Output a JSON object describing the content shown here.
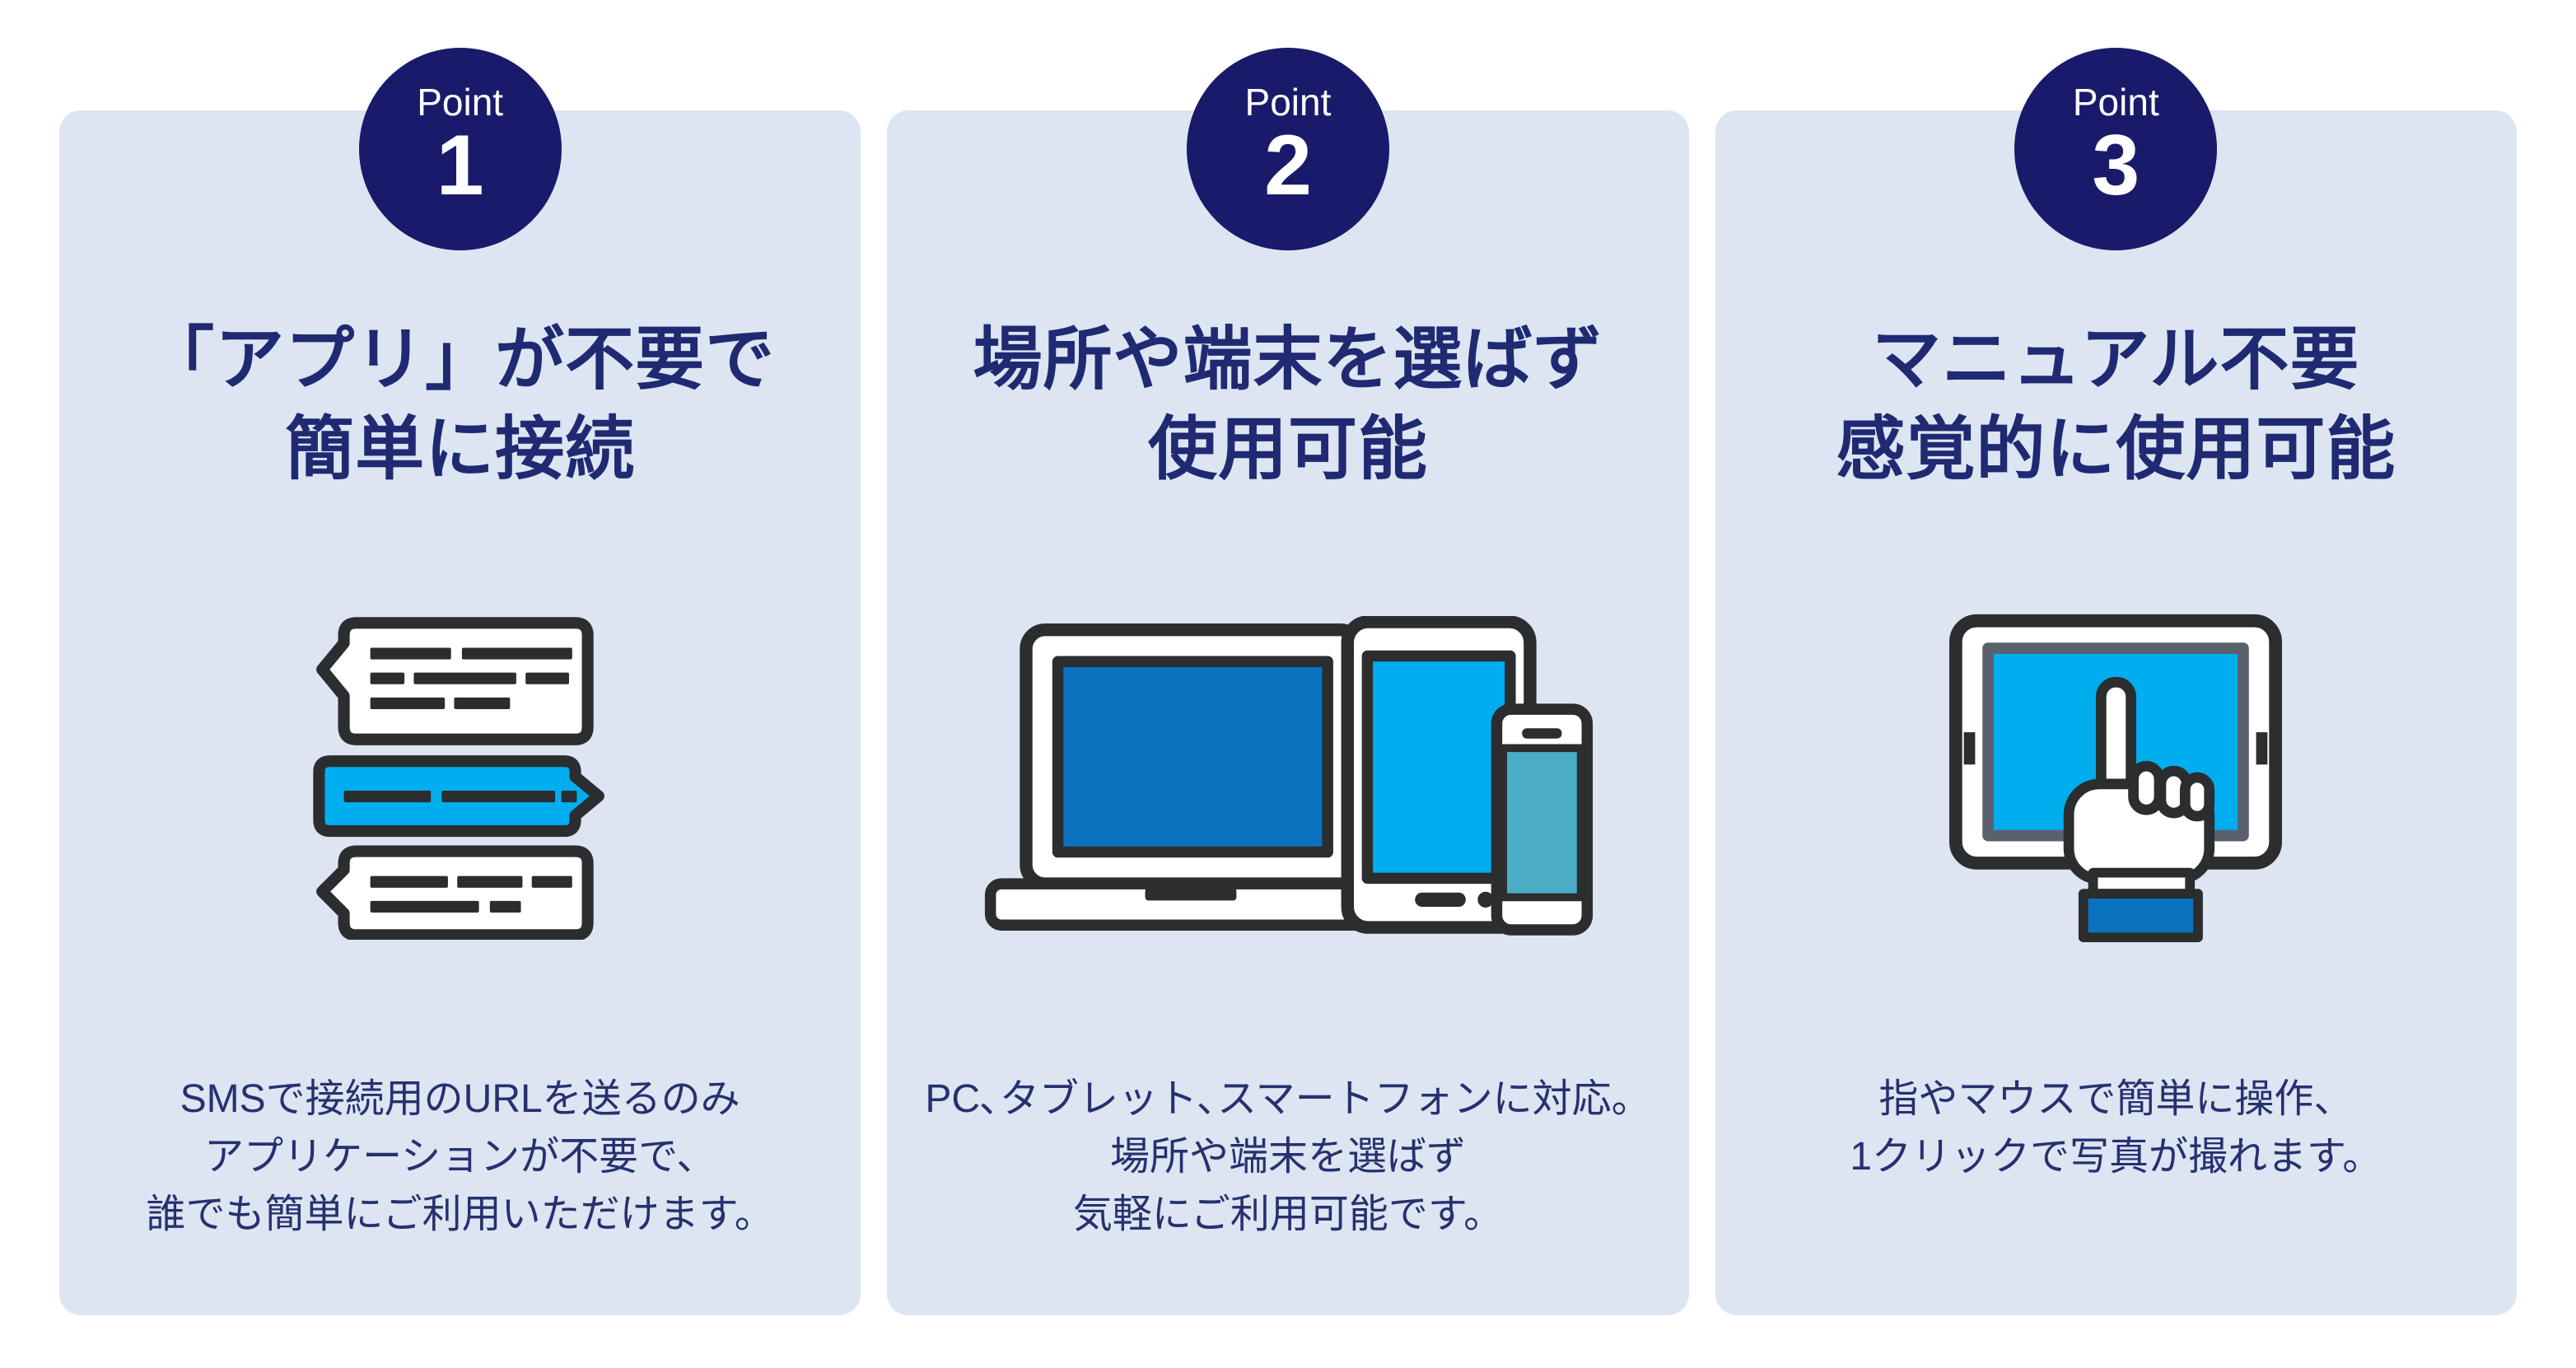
{
  "colors": {
    "badge_navy": "#1a1a6b",
    "title_navy": "#1f2a72",
    "body_navy": "#27306f",
    "card_background": "#dce5f1",
    "page_background": "#ffffff",
    "outline_dark": "#2b2d2f",
    "bright_cyan_blue": "#00aeef",
    "medium_blue": "#0b72bf",
    "teal_blue": "#4bacc6",
    "bezel_gray": "#5a616d"
  },
  "cards": [
    {
      "badge_label": "Point",
      "badge_number": "1",
      "icon": "sms-chat-icon",
      "title_lines": [
        "「アプリ」が不要で",
        "簡単に接続"
      ],
      "description_lines": [
        "SMSで接続用のURLを送るのみ",
        "アプリケーションが不要で、",
        "誰でも簡単にご利用いただけます。"
      ]
    },
    {
      "badge_label": "Point",
      "badge_number": "2",
      "icon": "devices-icon",
      "title_lines": [
        "場所や端末を選ばず",
        "使用可能"
      ],
      "description_lines": [
        "PC､タブレット､スマートフォンに対応。",
        "場所や端末を選ばず",
        "気軽にご利用可能です。"
      ]
    },
    {
      "badge_label": "Point",
      "badge_number": "3",
      "icon": "touch-tablet-icon",
      "title_lines": [
        "マニュアル不要",
        "感覚的に使用可能"
      ],
      "description_lines": [
        "指やマウスで簡単に操作、",
        "1クリックで写真が撮れます。"
      ]
    }
  ]
}
